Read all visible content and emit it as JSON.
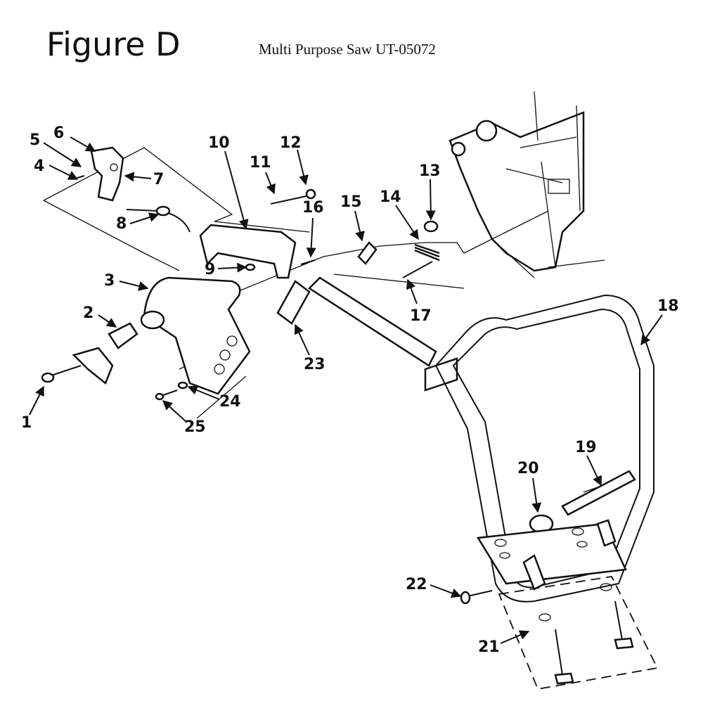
{
  "figure": {
    "title": "Figure D",
    "subtitle": "Multi Purpose Saw UT-05072"
  },
  "callouts": [
    "1",
    "2",
    "3",
    "4",
    "5",
    "6",
    "7",
    "8",
    "9",
    "10",
    "11",
    "12",
    "13",
    "14",
    "15",
    "16",
    "17",
    "18",
    "19",
    "20",
    "21",
    "22",
    "23",
    "24",
    "25"
  ]
}
